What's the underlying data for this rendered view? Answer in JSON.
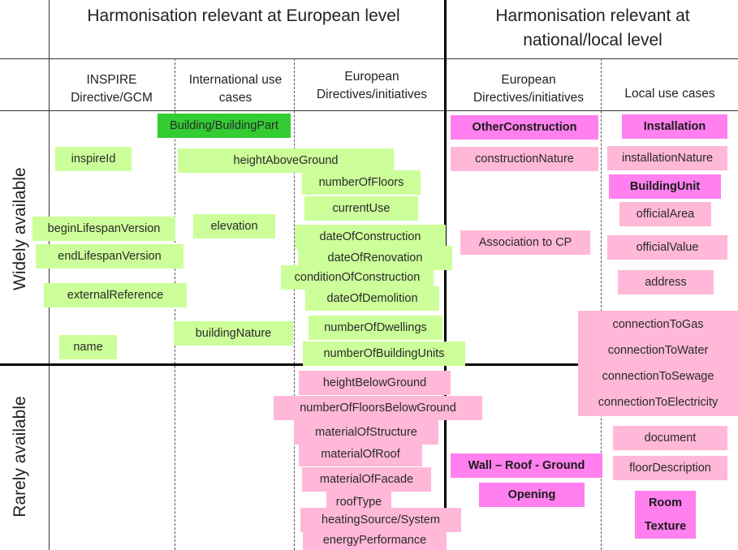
{
  "headers": {
    "european": "Harmonisation relevant at European level",
    "national": "Harmonisation relevant at national/local level"
  },
  "subheaders": {
    "inspire": "INSPIRE Directive/GCM",
    "international": "International use cases",
    "eu_directives": "European Directives/initiatives",
    "nat_directives": "European Directives/initiatives",
    "local": "Local use cases"
  },
  "rows": {
    "widely": "Widely available",
    "rarely": "Rarely available"
  },
  "colors": {
    "light_green": "#ccff99",
    "dark_green": "#33cc33",
    "light_pink": "#ffb8d8",
    "magenta": "#ff80ee"
  },
  "items": {
    "building_part": "Building/BuildingPart",
    "inspire_id": "inspireId",
    "height_above_ground": "heightAboveGround",
    "number_of_floors": "numberOfFloors",
    "current_use": "currentUse",
    "begin_lifespan": "beginLifespanVersion",
    "elevation": "elevation",
    "date_of_construction": "dateOfConstruction",
    "end_lifespan": "endLifespanVersion",
    "date_of_renovation": "dateOfRenovation",
    "condition_of_construction": "conditionOfConstruction",
    "external_reference": "externalReference",
    "date_of_demolition": "dateOfDemolition",
    "building_nature": "buildingNature",
    "number_of_dwellings": "numberOfDwellings",
    "name": "name",
    "number_of_building_units": "numberOfBuildingUnits",
    "height_below_ground": "heightBelowGround",
    "number_of_floors_below": "numberOfFloorsBelowGround",
    "material_of_structure": "materialOfStructure",
    "material_of_roof": "materialOfRoof",
    "material_of_facade": "materialOfFacade",
    "roof_type": "roofType",
    "heating_source": "heatingSource/System",
    "energy_performance": "energyPerformance",
    "other_construction": "OtherConstruction",
    "construction_nature": "constructionNature",
    "association_cp": "Association to CP",
    "wall_roof_ground": "Wall – Roof - Ground",
    "opening": "Opening",
    "installation": "Installation",
    "installation_nature": "installationNature",
    "building_unit": "BuildingUnit",
    "official_area": "officialArea",
    "official_value": "officialValue",
    "address": "address",
    "connection_gas": "connectionToGas",
    "connection_water": "connectionToWater",
    "connection_sewage": "connectionToSewage",
    "connection_electricity": "connectionToElectricity",
    "document": "document",
    "floor_description": "floorDescription",
    "room": "Room",
    "texture": "Texture"
  }
}
